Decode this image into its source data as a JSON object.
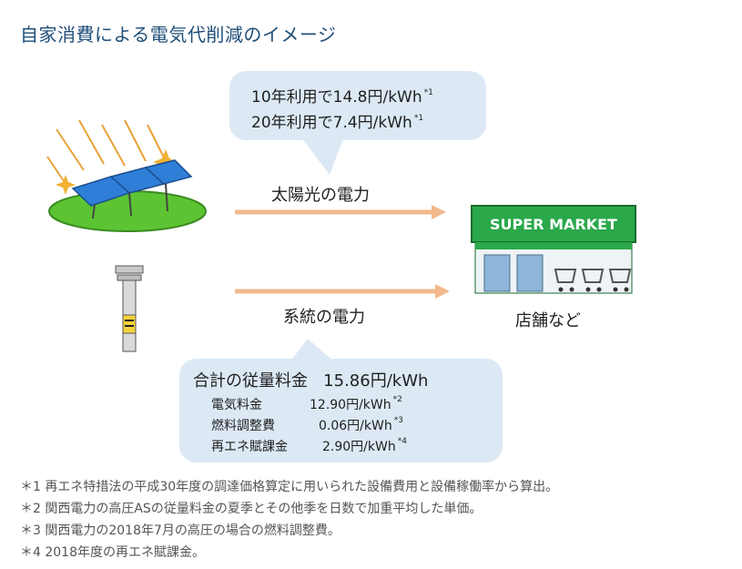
{
  "title": "自家消費による電気代削減のイメージ",
  "solar_bubble": {
    "line1": {
      "text": "10年利用で14.8円/kWh",
      "note": "*1"
    },
    "line2": {
      "text": "20年利用で7.4円/kWh",
      "note": "*1"
    }
  },
  "flows": {
    "solar_label": "太陽光の電力",
    "grid_label": "系統の電力"
  },
  "store": {
    "sign_text": "SUPER MARKET",
    "label": "店舗など"
  },
  "grid_bubble": {
    "total_label": "合計の従量料金",
    "total_value": "15.86円/kWh",
    "items": [
      {
        "name": "電気料金",
        "value": "12.90円/kWh",
        "note": "*2"
      },
      {
        "name": "燃料調整費",
        "value": "0.06円/kWh",
        "note": "*3"
      },
      {
        "name": "再エネ賦課金",
        "value": "2.90円/kWh",
        "note": "*4"
      }
    ]
  },
  "footnotes": [
    "＊1  再エネ特措法の平成30年度の調達価格算定に用いられた設備費用と設備稼働率から算出。",
    "＊2  関西電力の高圧ASの従量料金の夏季とその他季を日数で加重平均した単価。",
    "＊3  関西電力の2018年7月の高圧の場合の燃料調整費。",
    "＊4  2018年度の再エネ賦課金。"
  ],
  "colors": {
    "title": "#1f4e79",
    "bubble": "#dce9f5",
    "arrow": "#f2b88c",
    "grass": "#5cc433",
    "panel": "#2f7fd8",
    "sign_green": "#2aa84a"
  }
}
